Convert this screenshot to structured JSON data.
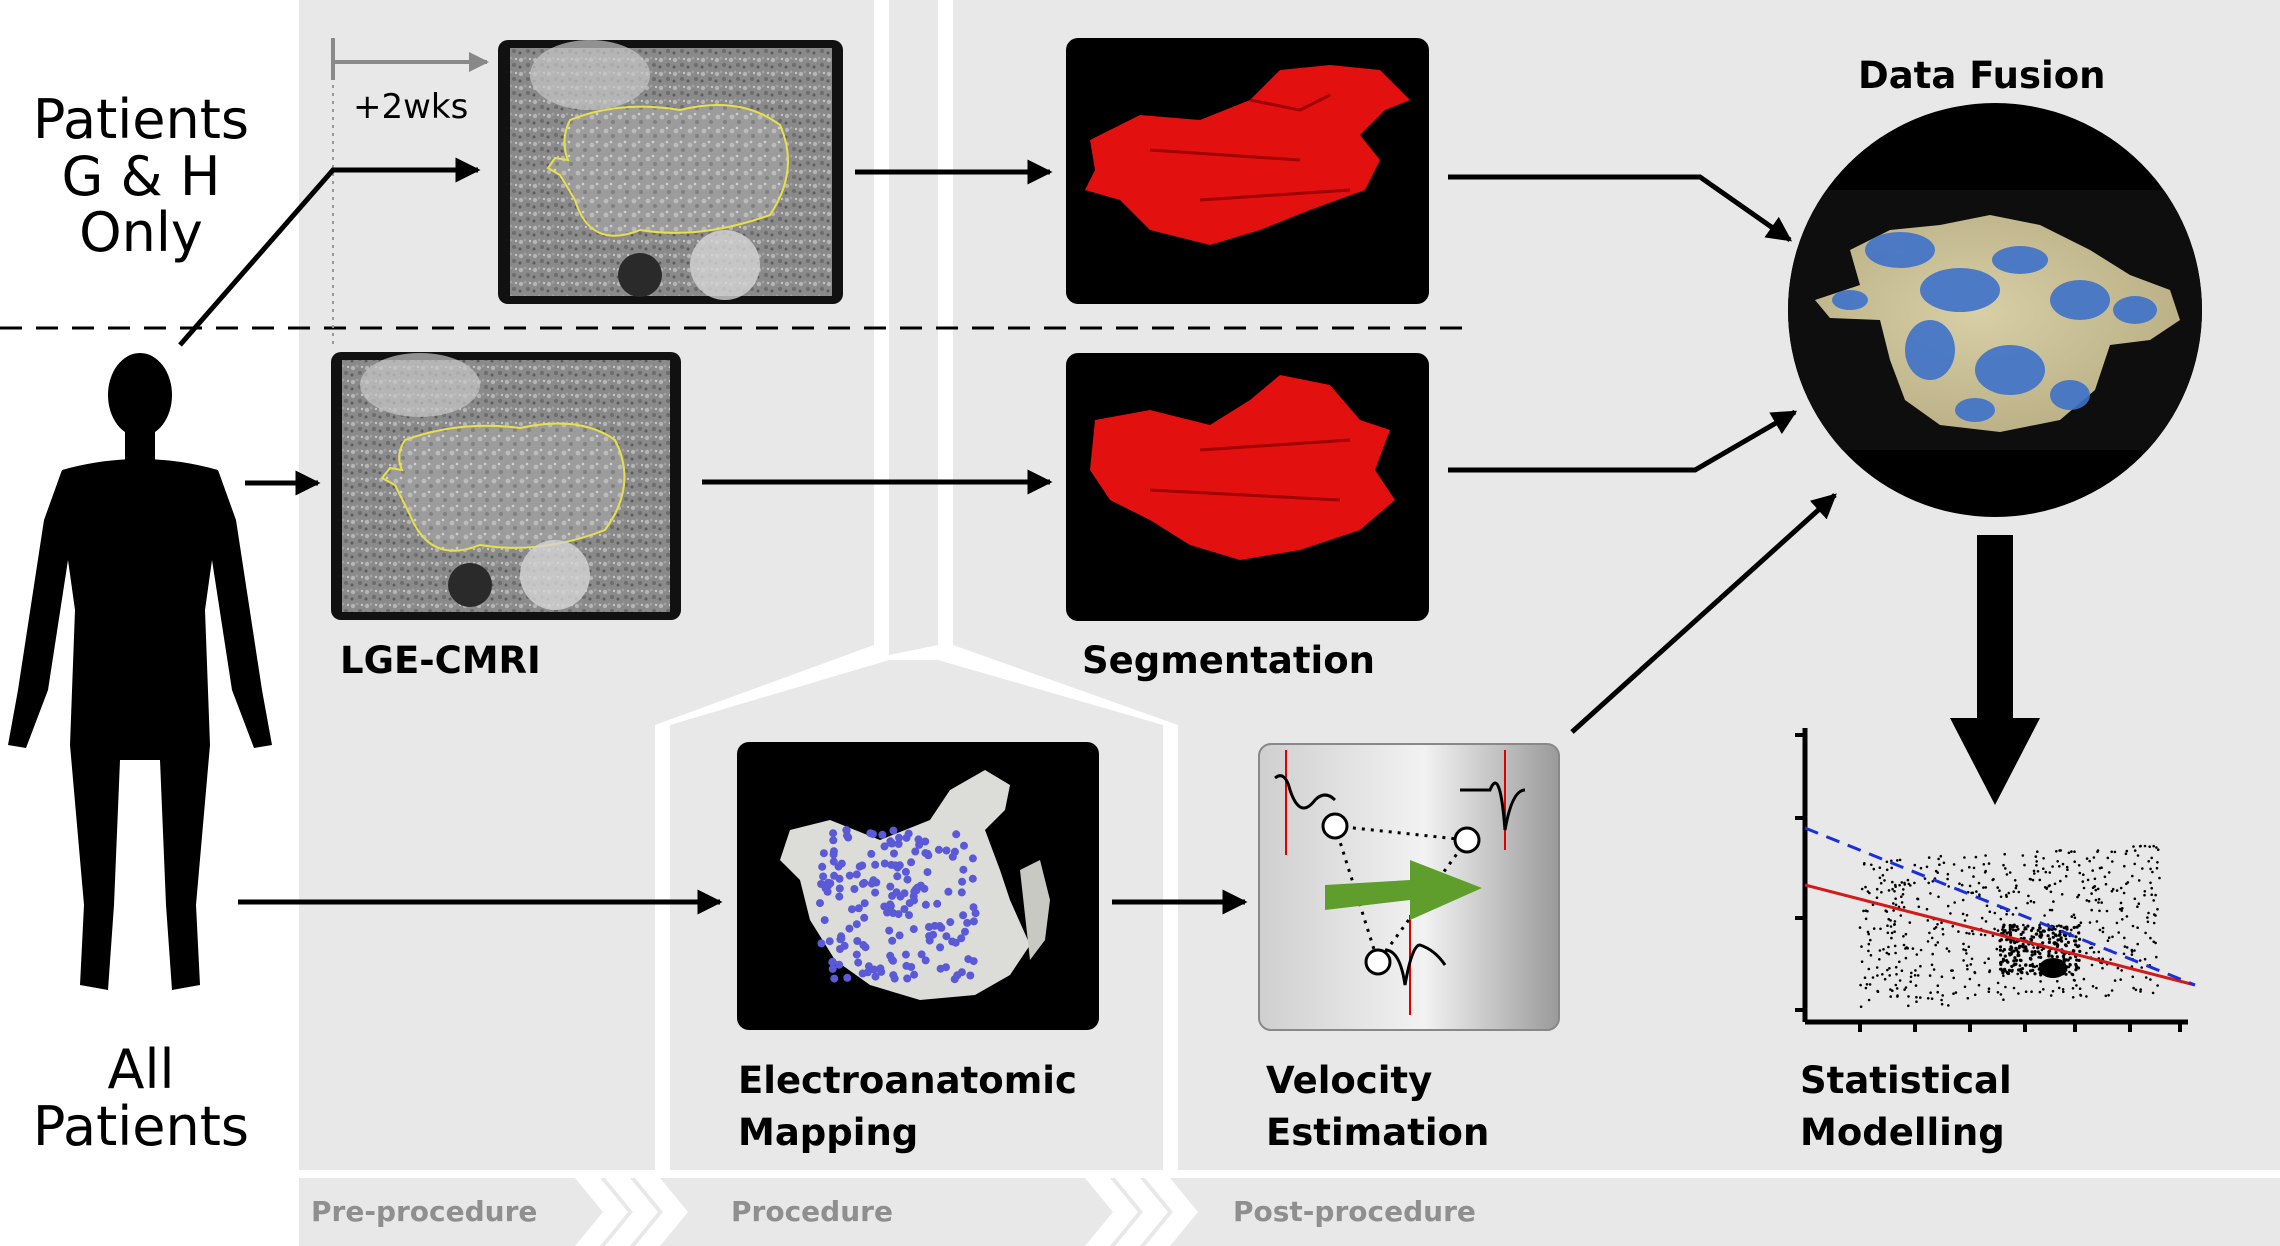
{
  "labels": {
    "patients_gh": [
      "Patients",
      "G & H",
      "Only"
    ],
    "all_patients": [
      "All",
      "Patients"
    ],
    "time_offset": "+2wks",
    "lge_cmri": "LGE-CMRI",
    "segmentation": "Segmentation",
    "data_fusion": "Data Fusion",
    "electroanatomic_mapping": [
      "Electroanatomic",
      "Mapping"
    ],
    "velocity_estimation": [
      "Velocity",
      "Estimation"
    ],
    "statistical_modelling": [
      "Statistical",
      "Modelling"
    ]
  },
  "phases": [
    "Pre-procedure",
    "Procedure",
    "Post-procedure"
  ],
  "colors": {
    "panel_bg": "#e8e8e8",
    "segmentation_red": "#e31010",
    "fusion_blue": "#3f72c9",
    "fusion_beige": "#d8cfa6",
    "arrow_green": "#5f9e2c",
    "regression_red": "#d11a1a",
    "regression_blue_dashed": "#1b2fd6",
    "phase_text": "#8f8f8f"
  }
}
